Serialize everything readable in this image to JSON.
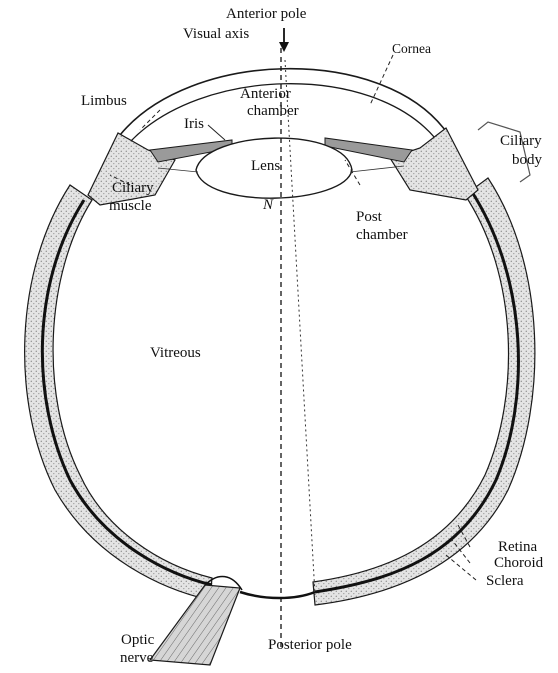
{
  "colors": {
    "ink": "#1a1a1a",
    "tissue": "#cfcfcf",
    "background": "#ffffff"
  },
  "labels": {
    "anterior_pole": "Anterior pole",
    "visual_axis": "Visual axis",
    "cornea": "Cornea",
    "limbus": "Limbus",
    "anterior_chamber_1": "Anterior",
    "anterior_chamber_2": "chamber",
    "iris": "Iris",
    "ciliary_body_1": "Ciliary",
    "ciliary_body_2": "body",
    "lens": "Lens",
    "nodal_point": "N",
    "ciliary_muscle_1": "Ciliary",
    "ciliary_muscle_2": "muscle",
    "post_chamber_1": "Post",
    "post_chamber_2": "chamber",
    "vitreous": "Vitreous",
    "retina": "Retina",
    "choroid": "Choroid",
    "sclera": "Sclera",
    "optic_nerve_1": "Optic",
    "optic_nerve_2": "nerve",
    "posterior_pole": "Posterior pole"
  }
}
